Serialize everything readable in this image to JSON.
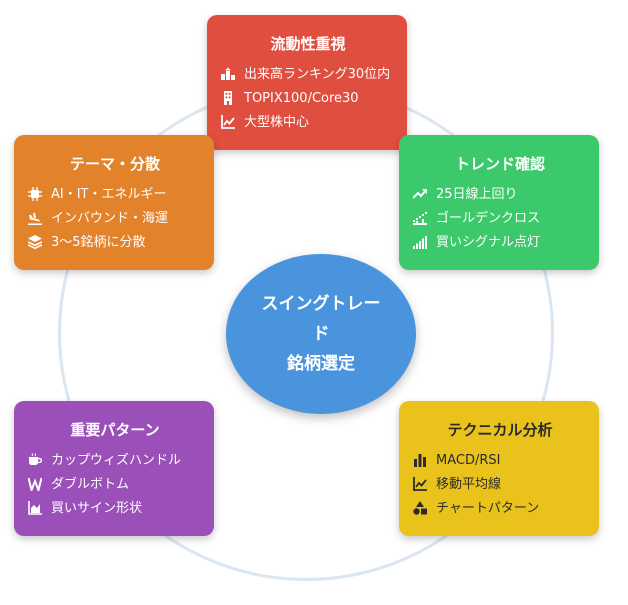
{
  "center": {
    "line1": "スイングトレード",
    "line2": "銘柄選定"
  },
  "cards": [
    {
      "id": "liquidity",
      "title": "流動性重視",
      "color": "#e04e3f",
      "items": [
        {
          "icon": "podium-icon",
          "text": "出来高ランキング30位内"
        },
        {
          "icon": "building-icon",
          "text": "TOPIX100/Core30"
        },
        {
          "icon": "chart-line-icon",
          "text": "大型株中心"
        }
      ]
    },
    {
      "id": "theme",
      "title": "テーマ・分散",
      "color": "#e2832b",
      "items": [
        {
          "icon": "chip-icon",
          "text": "AI・IT・エネルギー"
        },
        {
          "icon": "plane-landing-icon",
          "text": "インバウンド・海運"
        },
        {
          "icon": "layers-icon",
          "text": "3〜5銘柄に分散"
        }
      ]
    },
    {
      "id": "trend",
      "title": "トレンド確認",
      "color": "#3cc96b",
      "items": [
        {
          "icon": "trend-up-icon",
          "text": "25日線上回り"
        },
        {
          "icon": "cross-bars-icon",
          "text": "ゴールデンクロス"
        },
        {
          "icon": "signal-icon",
          "text": "買いシグナル点灯"
        }
      ]
    },
    {
      "id": "pattern",
      "title": "重要パターン",
      "color": "#9b4fb8",
      "items": [
        {
          "icon": "cup-icon",
          "text": "カップウィズハンドル"
        },
        {
          "icon": "w-letter-icon",
          "text": "ダブルボトム"
        },
        {
          "icon": "area-chart-icon",
          "text": "買いサイン形状"
        }
      ]
    },
    {
      "id": "technical",
      "title": "テクニカル分析",
      "color": "#e9c21c",
      "items": [
        {
          "icon": "bar-chart-icon",
          "text": "MACD/RSI"
        },
        {
          "icon": "chart-line-icon",
          "text": "移動平均線"
        },
        {
          "icon": "shapes-icon",
          "text": "チャートパターン"
        }
      ]
    }
  ]
}
